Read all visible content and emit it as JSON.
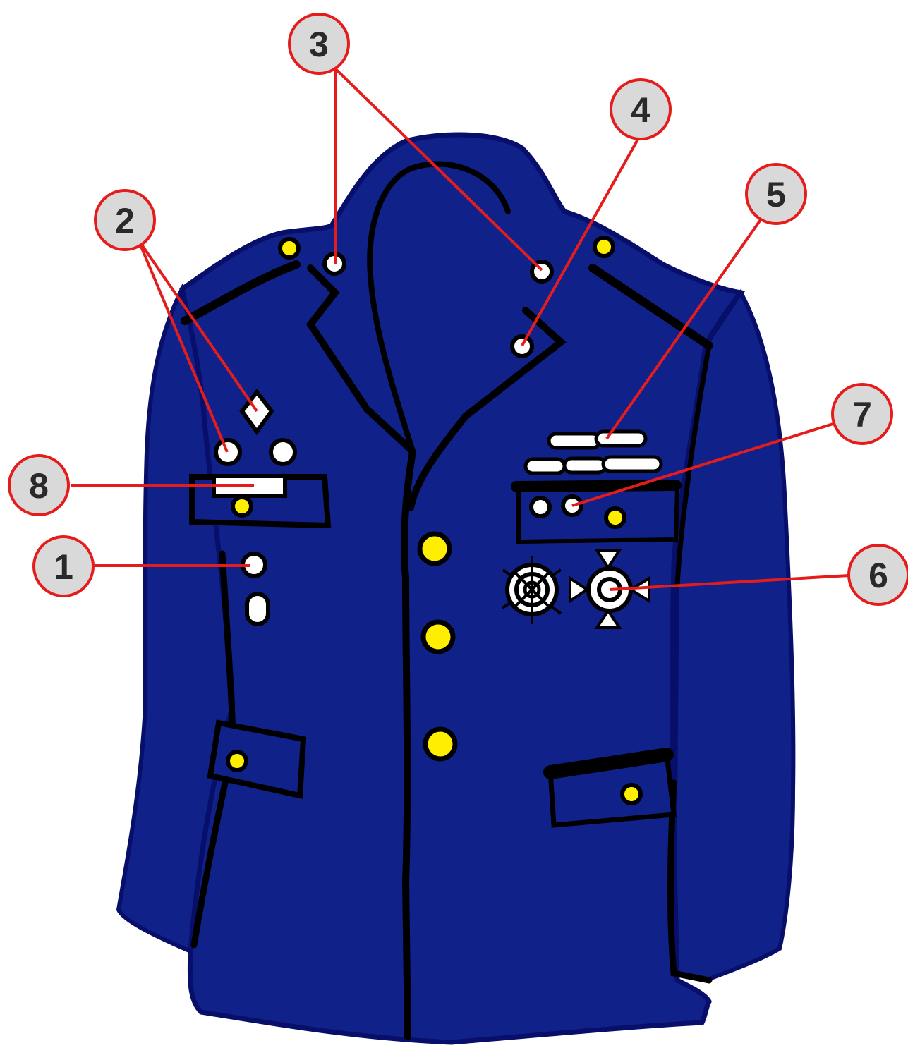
{
  "colors": {
    "jacket": "#10228a",
    "jacket_edge": "#070f6a",
    "outline": "#000000",
    "button_gold": "#ffee00",
    "insignia_white": "#ffffff",
    "callout_ring": "#e51c1c",
    "callout_fill": "#d9d9d9",
    "callout_text": "#2a2a2a"
  },
  "callouts": [
    {
      "id": "1",
      "label": "1"
    },
    {
      "id": "2",
      "label": "2"
    },
    {
      "id": "3",
      "label": "3"
    },
    {
      "id": "4",
      "label": "4"
    },
    {
      "id": "5",
      "label": "5"
    },
    {
      "id": "6",
      "label": "6"
    },
    {
      "id": "7",
      "label": "7"
    },
    {
      "id": "8",
      "label": "8"
    }
  ]
}
